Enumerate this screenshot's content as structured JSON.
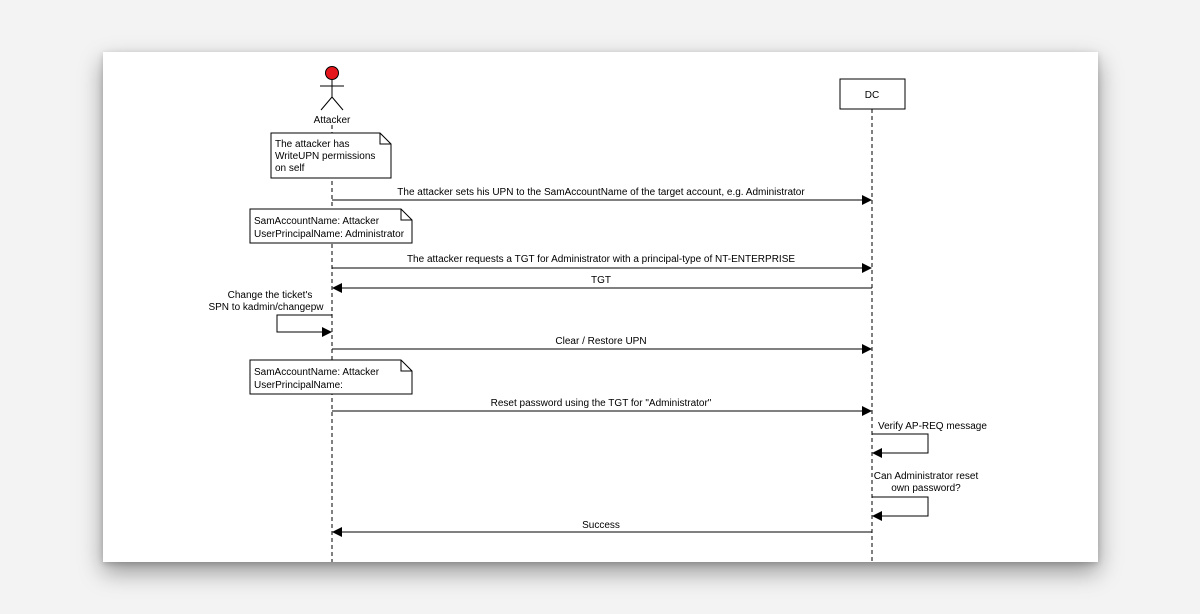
{
  "participants": {
    "attacker": {
      "label": "Attacker",
      "head_color": "#e5171c"
    },
    "dc": {
      "label": "DC"
    }
  },
  "notes": {
    "initial": [
      "The attacker has",
      "WriteUPN permissions",
      "on self"
    ],
    "after_set": [
      "SamAccountName: Attacker",
      "UserPrincipalName: Administrator"
    ],
    "after_clear": [
      "SamAccountName: Attacker",
      "UserPrincipalName:"
    ]
  },
  "messages": {
    "set_upn": "The attacker sets his UPN to the SamAccountName of the target account, e.g. Administrator",
    "request_tgt": "The attacker requests a TGT for Administrator with a principal-type of NT-ENTERPRISE",
    "tgt": "TGT",
    "change_spn": [
      "Change the ticket's",
      "SPN to kadmin/changepw"
    ],
    "clear_upn": "Clear / Restore UPN",
    "reset_password": "Reset password using the TGT for \"Administrator\"",
    "verify": "Verify AP-REQ message",
    "can_reset": [
      "Can Administrator reset",
      "own password?"
    ],
    "success": "Success"
  }
}
